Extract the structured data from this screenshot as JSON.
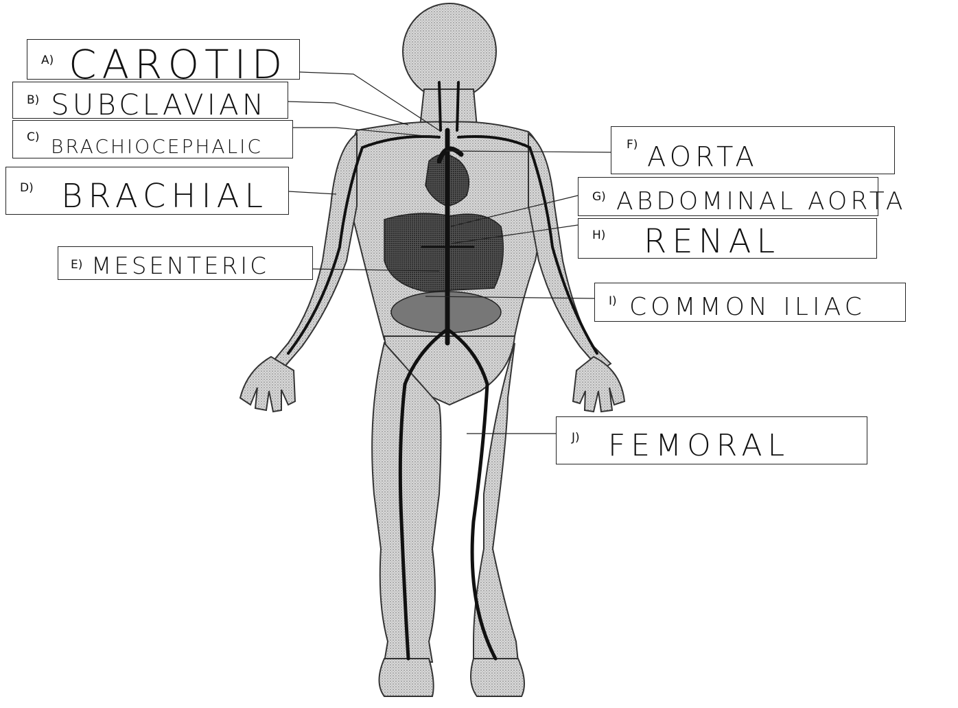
{
  "labels": [
    {
      "id": "A",
      "letter": "A)",
      "answer": "CAROTID"
    },
    {
      "id": "B",
      "letter": "B)",
      "answer": "SUBCLAVIAN"
    },
    {
      "id": "C",
      "letter": "C)",
      "answer": "BRACHIOCEPHALIC"
    },
    {
      "id": "D",
      "letter": "D)",
      "answer": "BRACHIAL"
    },
    {
      "id": "E",
      "letter": "E)",
      "answer": "MESENTERIC"
    },
    {
      "id": "F",
      "letter": "F)",
      "answer": "AORTA"
    },
    {
      "id": "G",
      "letter": "G)",
      "answer": "ABDOMINAL AORTA"
    },
    {
      "id": "H",
      "letter": "H)",
      "answer": "RENAL"
    },
    {
      "id": "I",
      "letter": "I)",
      "answer": "COMMON ILIAC"
    },
    {
      "id": "J",
      "letter": "J)",
      "answer": "FEMORAL"
    }
  ]
}
